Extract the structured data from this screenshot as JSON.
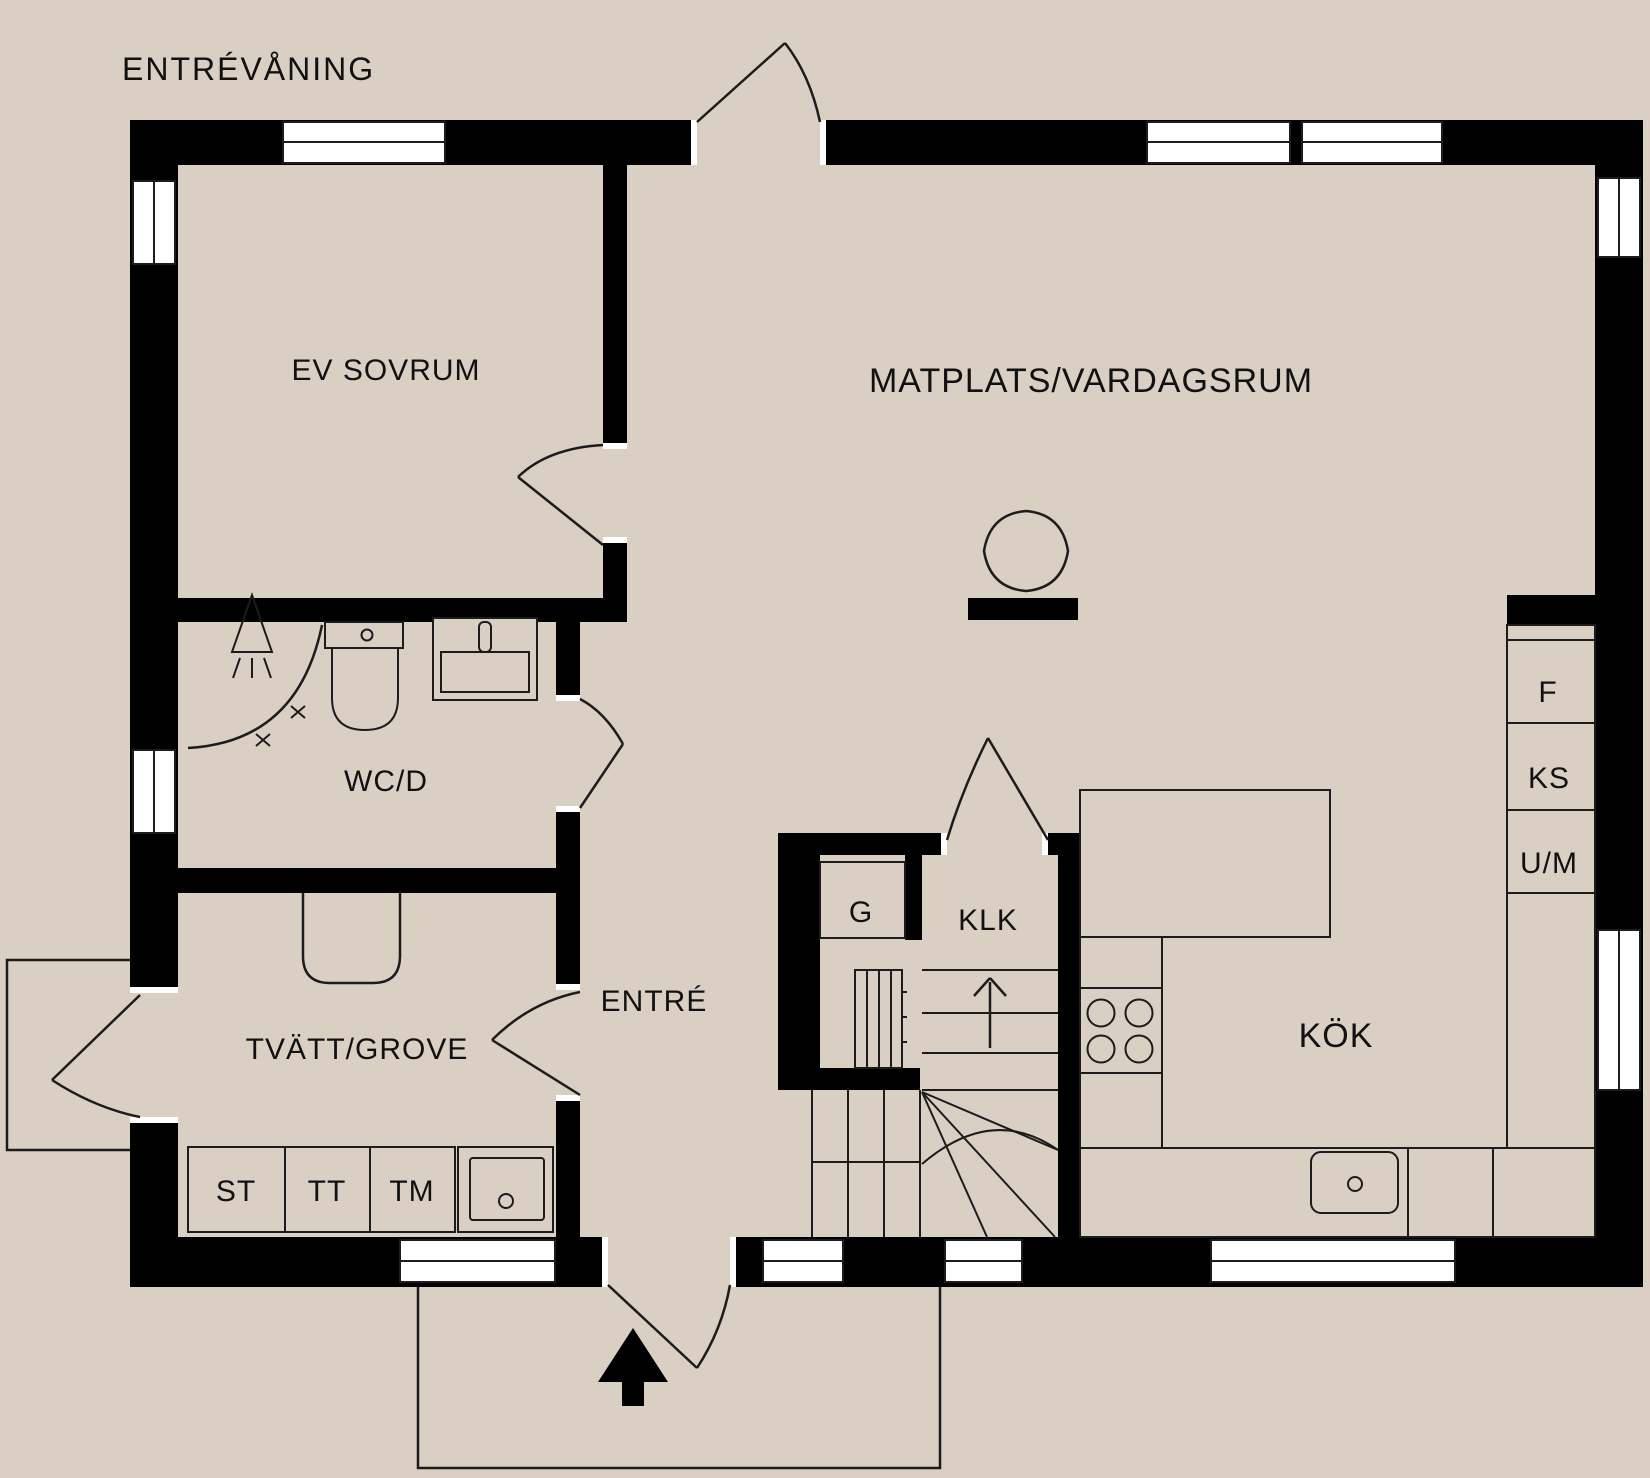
{
  "title": "ENTRÉVÅNING",
  "colors": {
    "bg": "#d9d0c3",
    "wall": "#000000",
    "white": "#ffffff",
    "line": "#1c1c1c",
    "text": "#111111"
  },
  "rooms": {
    "bedroom": "EV SOVRUM",
    "living": "MATPLATS/VARDAGSRUM",
    "wc": "WC/D",
    "laundry": "TVÄTT/GROVE",
    "entry": "ENTRÉ",
    "closet_g": "G",
    "closet_klk": "KLK",
    "kitchen": "KÖK"
  },
  "units": {
    "st": "ST",
    "tt": "TT",
    "tm": "TM",
    "f": "F",
    "ks": "KS",
    "um": "U/M"
  }
}
